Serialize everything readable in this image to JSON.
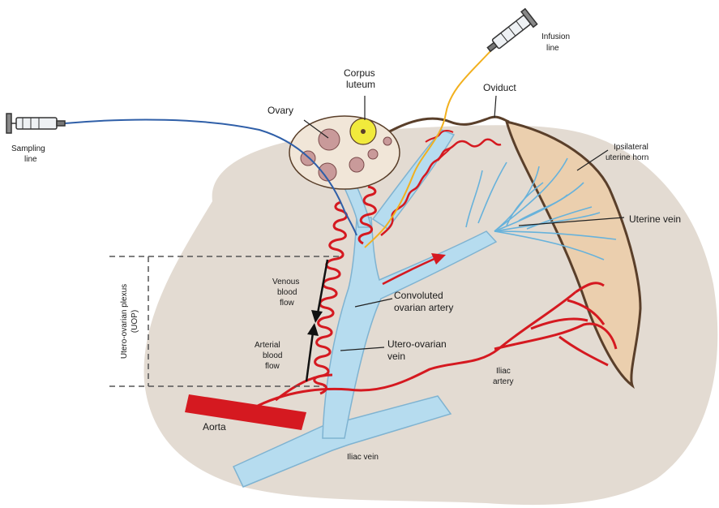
{
  "labels": {
    "infusion_line": [
      "Infusion",
      "line"
    ],
    "sampling_line": [
      "Sampling",
      "line"
    ],
    "corpus_luteum": [
      "Corpus",
      "luteum"
    ],
    "ovary": "Ovary",
    "oviduct": "Oviduct",
    "uterine_horn": [
      "Ipsilateral",
      "uterine horn"
    ],
    "uterine_vein": "Uterine vein",
    "uop": [
      "Utero-ovarian plexus",
      "(UOP)"
    ],
    "venous_flow": [
      "Venous",
      "blood",
      "flow"
    ],
    "arterial_flow": [
      "Arterial",
      "blood",
      "flow"
    ],
    "convoluted_artery": [
      "Convoluted",
      "ovarian artery"
    ],
    "utero_ovarian_vein": [
      "Utero-ovarian",
      "vein"
    ],
    "iliac_artery": [
      "Iliac",
      "artery"
    ],
    "aorta": "Aorta",
    "iliac_vein": "Iliac vein"
  },
  "colors": {
    "background_tissue": "#e3dbd2",
    "artery": "#d51920",
    "vein": "#b6dcef",
    "vein_outline": "#7fb3d1",
    "uterine_horn": "#ebcfae",
    "ovary_fill": "#f1e6d8",
    "follicle": "#c99a9a",
    "corpus_luteum": "#f1ea3c",
    "infusion_tube": "#f2b01e",
    "sampling_tube": "#2f5fa8",
    "outline": "#5a3f2a"
  }
}
